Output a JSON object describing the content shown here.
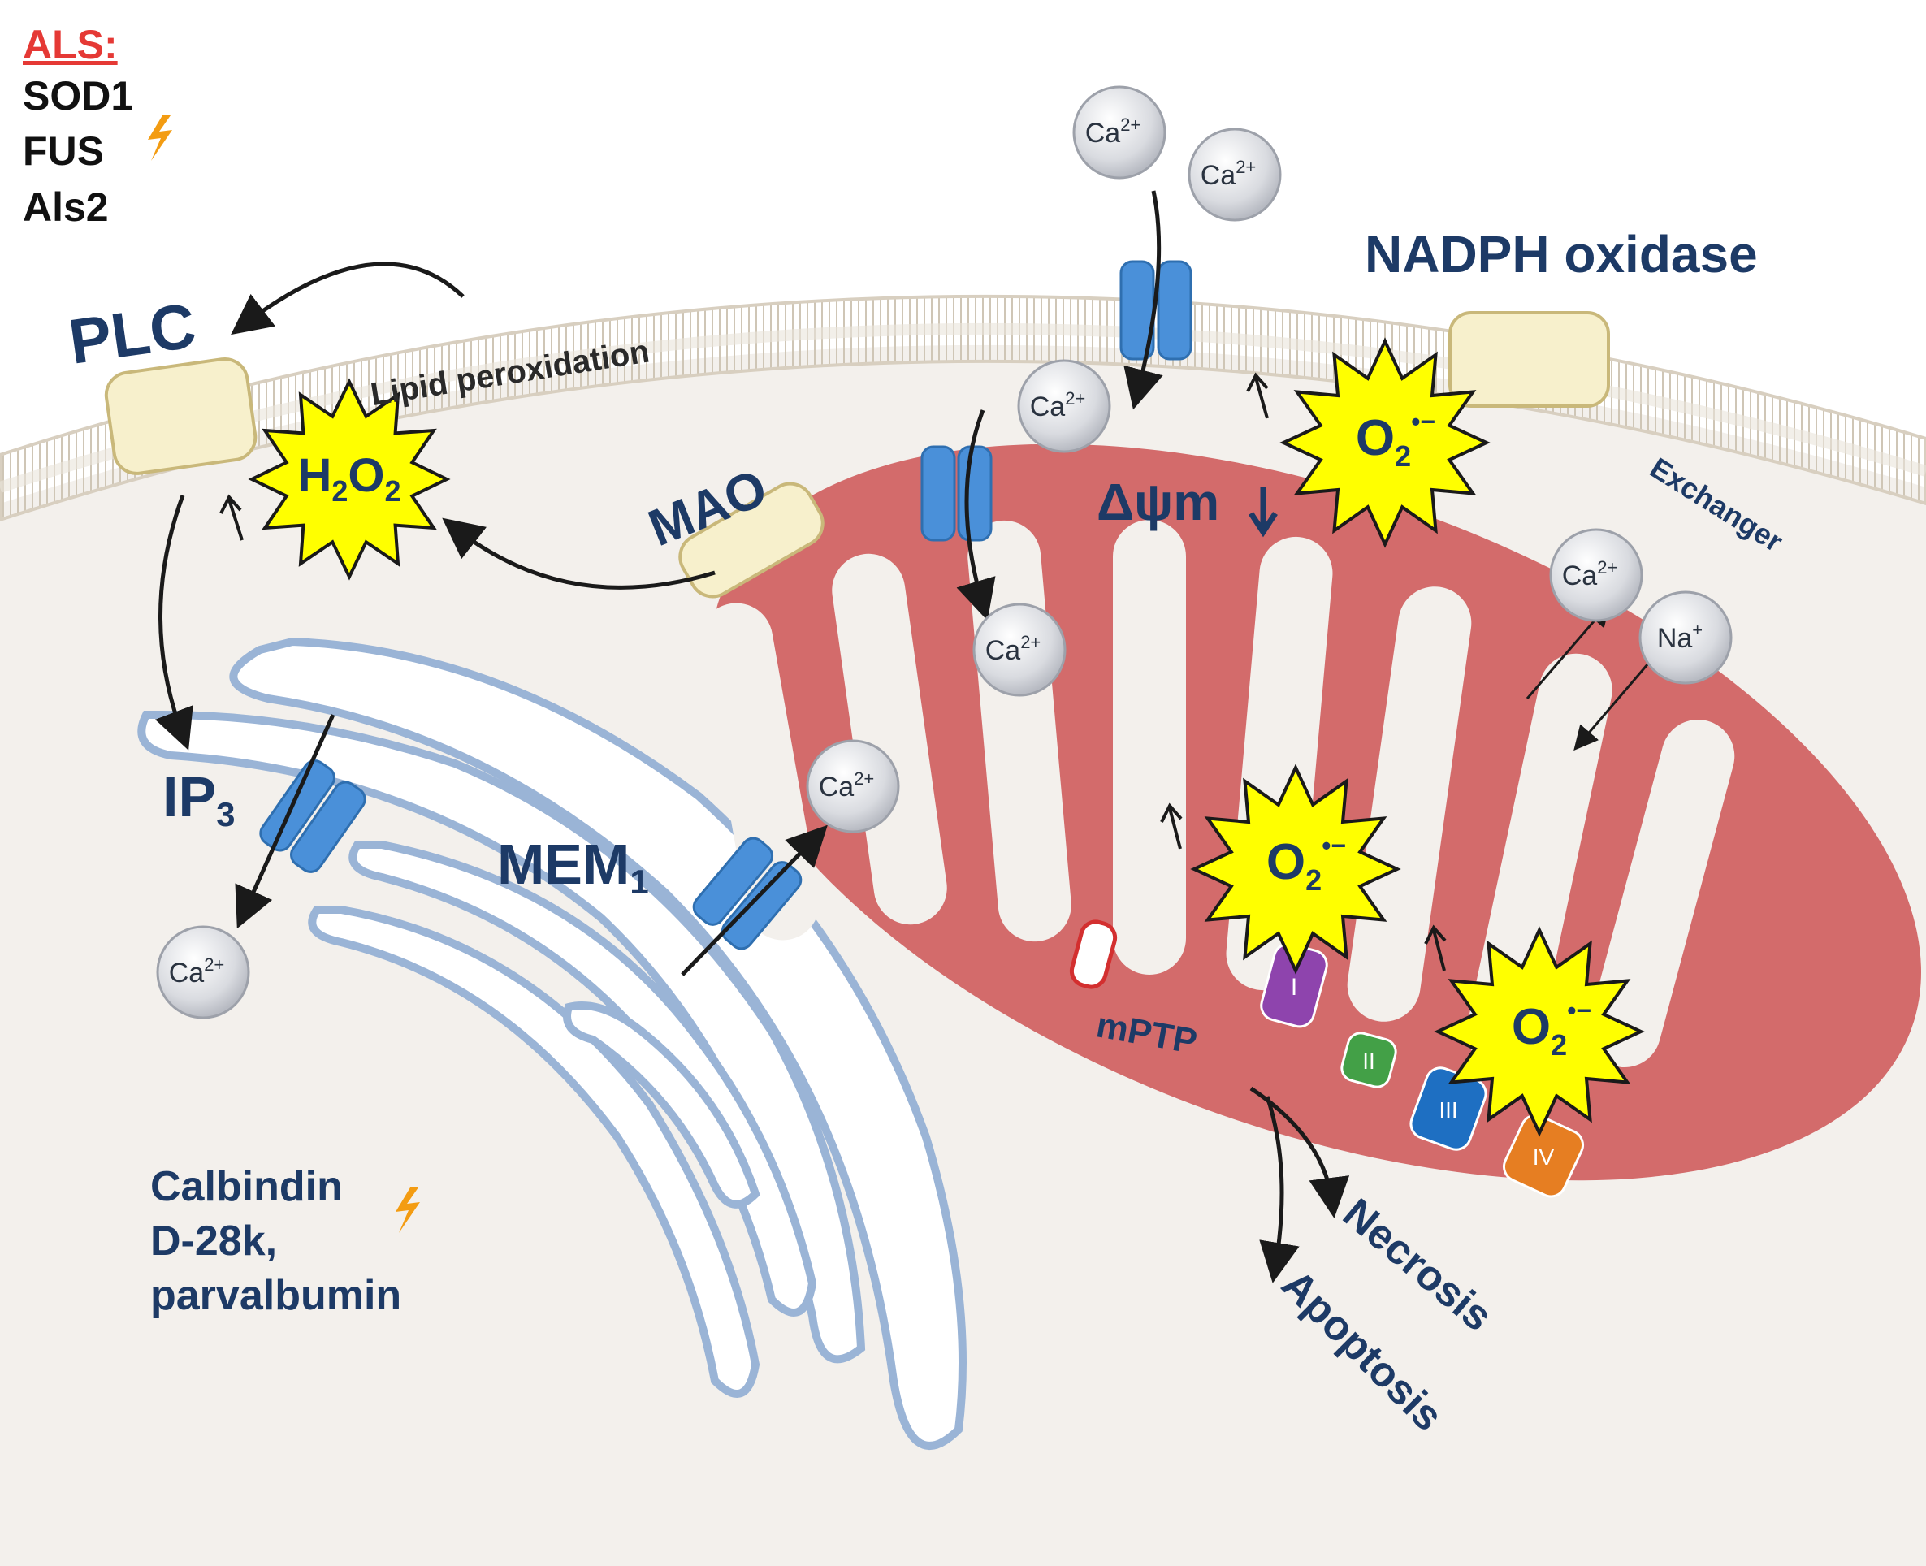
{
  "disease": {
    "title": "ALS:",
    "genes": [
      "SOD1",
      "FUS",
      "Als2"
    ]
  },
  "labels": {
    "plc": "PLC",
    "lipid_peroxidation": "Lipid peroxidation",
    "mao": "MAO",
    "nadph_oxidase": "NADPH oxidase",
    "delta_psi": "Δψm",
    "exchanger": "Exchanger",
    "mem": "MEM",
    "mem_sub": "1",
    "ip3": "IP",
    "ip3_sub": "3",
    "mptp": "mPTP",
    "necrosis": "Necrosis",
    "apoptosis": "Apoptosis",
    "calbindin": [
      "Calbindin",
      "D-28k,",
      "parvalbumin"
    ]
  },
  "ions": {
    "ca": "Ca",
    "ca_charge": "2+",
    "na": "Na",
    "na_charge": "+"
  },
  "ros": {
    "h2o2": {
      "h": "H",
      "sub1": "2",
      "o": "O",
      "sub2": "2"
    },
    "superoxide": {
      "o": "O",
      "sub": "2",
      "sup": "•−"
    }
  },
  "complexes": [
    "I",
    "II",
    "III",
    "IV"
  ],
  "colors": {
    "cytoplasm": "#f3f0ec",
    "membrane": "#e3ddd3",
    "mito_outer": "#d36b6b",
    "mito_inner_space": "#f3f0ec",
    "er": "#ffffff",
    "er_border": "#9ab4d6",
    "channel": "#4a90d9",
    "ros_fill": "#ffff00",
    "label": "#1d3a66",
    "als_red": "#e53935",
    "complex_I": "#8e44ad",
    "complex_II": "#43a047",
    "complex_III": "#1e6fc2",
    "complex_IV": "#e67e22"
  }
}
